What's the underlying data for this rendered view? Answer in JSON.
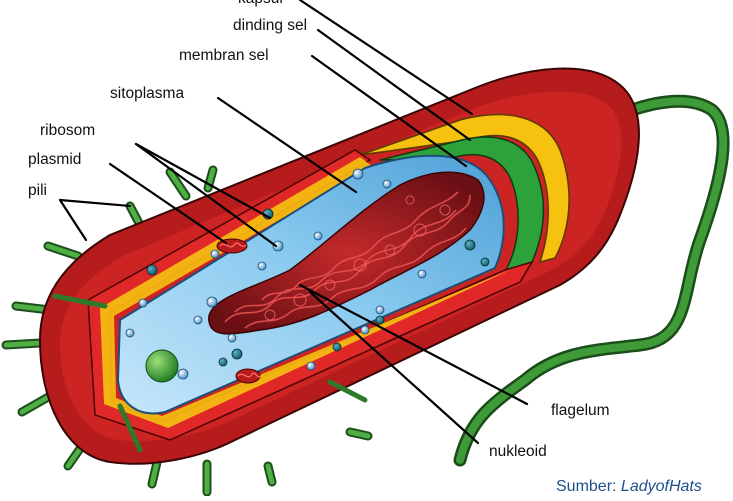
{
  "labels": {
    "kapsul": "kapsul",
    "dinding_sel": "dinding sel",
    "membran_sel": "membran sel",
    "sitoplasma": "sitoplasma",
    "ribosom": "ribosom",
    "plasmid": "plasmid",
    "pili": "pili",
    "flagelum": "flagelum",
    "nukleoid": "nukleoid"
  },
  "source": {
    "prefix": "Sumber: ",
    "author": "LadyofHats"
  },
  "colors": {
    "capsule": "#b31b1b",
    "cell_wall": "#f3c013",
    "membrane": "#2e9a3c",
    "cytoplasm": "#7fc4ec",
    "nucleoid": "#a3141c",
    "flagellum": "#2f7a2c",
    "pili": "#3a8f36",
    "source_text": "#1f4e8c"
  }
}
